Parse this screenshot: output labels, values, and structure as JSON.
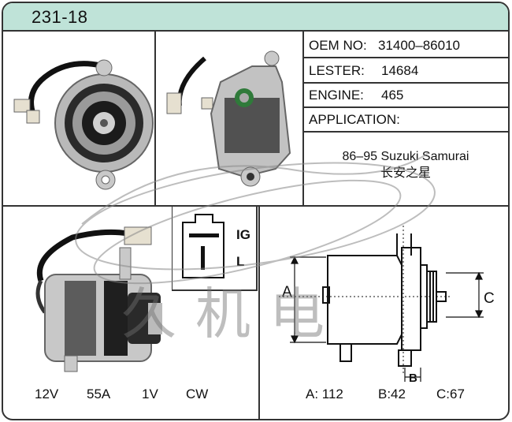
{
  "header": {
    "part_number": "231-18"
  },
  "specs": {
    "oem_label": "OEM NO:",
    "oem_value": "31400–86010",
    "lester_label": "LESTER:",
    "lester_value": "14684",
    "engine_label": "ENGINE:",
    "engine_value": "465",
    "application_label": "APPLICATION:"
  },
  "application": {
    "line1": "86–95 Suzuki  Samurai",
    "line2": "长安之星"
  },
  "connector": {
    "terminal_ig": "IG",
    "terminal_l": "L"
  },
  "ratings": {
    "voltage": "12V",
    "amperage": "55A",
    "pulley": "1V",
    "rotation": "CW"
  },
  "dimensions": {
    "label_a": "A",
    "label_b": "B",
    "label_c": "C",
    "value_a": "A: 112",
    "value_b": "B:42",
    "value_c": "C:67"
  },
  "watermark": {
    "text": "久机电"
  },
  "colors": {
    "header_bg": "#bfe3d8",
    "border": "#333333",
    "metal": "#c9c9c9",
    "plug": "#e6e0d0"
  }
}
